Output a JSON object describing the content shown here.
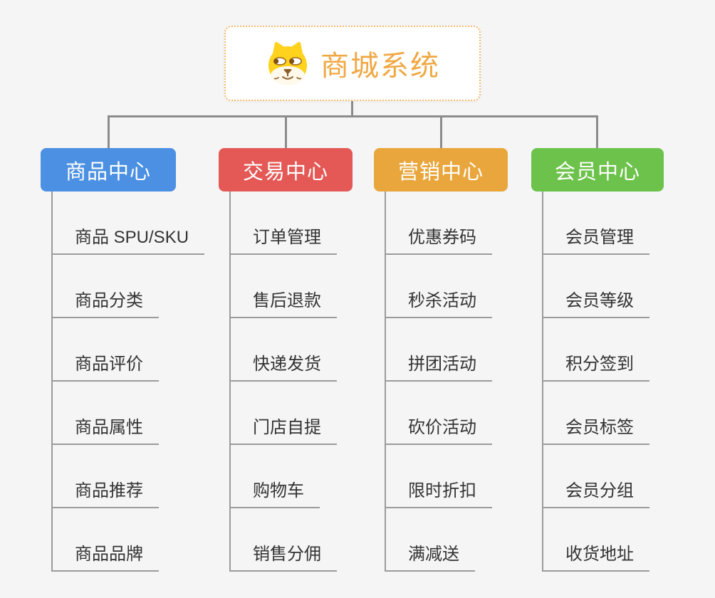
{
  "page": {
    "background_color": "#f5f5f6",
    "connector_color": "#8c8c8c",
    "leaf_line_color": "#9b9b9b",
    "leaf_text_color": "#333333"
  },
  "root": {
    "title": "商城系统",
    "icon": "dog-face-icon",
    "text_color": "#f0a843",
    "border_color": "#f5b969"
  },
  "branches": [
    {
      "label": "商品中心",
      "color": "#4b90e2",
      "children": [
        "商品 SPU/SKU",
        "商品分类",
        "商品评价",
        "商品属性",
        "商品推荐",
        "商品品牌"
      ]
    },
    {
      "label": "交易中心",
      "color": "#e45956",
      "children": [
        "订单管理",
        "售后退款",
        "快递发货",
        "门店自提",
        "购物车",
        "销售分佣"
      ]
    },
    {
      "label": "营销中心",
      "color": "#e9a63c",
      "children": [
        "优惠券码",
        "秒杀活动",
        "拼团活动",
        "砍价活动",
        "限时折扣",
        "满减送"
      ]
    },
    {
      "label": "会员中心",
      "color": "#6cc24a",
      "children": [
        "会员管理",
        "会员等级",
        "积分签到",
        "会员标签",
        "会员分组",
        "收货地址"
      ]
    }
  ]
}
